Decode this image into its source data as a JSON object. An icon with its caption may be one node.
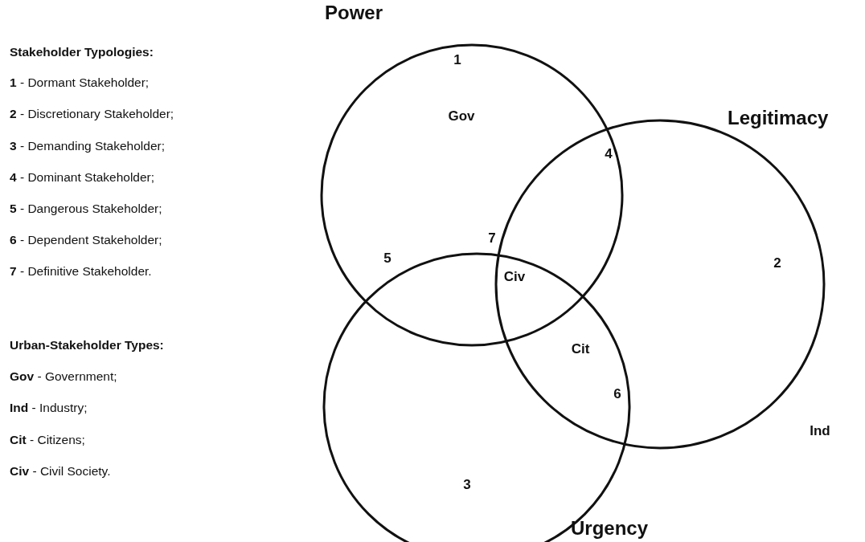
{
  "diagram": {
    "nodes": [
      {
        "text": [
          "Power"
        ]
      },
      {
        "text": [
          "Legitimacy"
        ]
      },
      {
        "text": [
          "Urgency"
        ]
      }
    ],
    "labels": [
      "**Stakeholder Typologies:**",
      "**1** - Dormant Stakeholder;",
      "**2** - Discretionary Stakeholder;",
      "**3** - Demanding Stakeholder;",
      "**4** - Dominant Stakeholder;",
      "**5** - Dangerous Stakeholder;",
      "**6** - Dependent Stakeholder;",
      "**7** - Definitive Stakeholder.",
      "**Urban-Stakeholder Types:**",
      "**Gov** - Government;",
      "**Ind** - Industry;",
      "**Cit** - Citizens;",
      "**Civ** - Civil Society.",
      "1",
      "Gov",
      "4",
      "7",
      "5",
      "Civ",
      "2",
      "Cit",
      "6",
      "Ind",
      "3"
    ]
  }
}
